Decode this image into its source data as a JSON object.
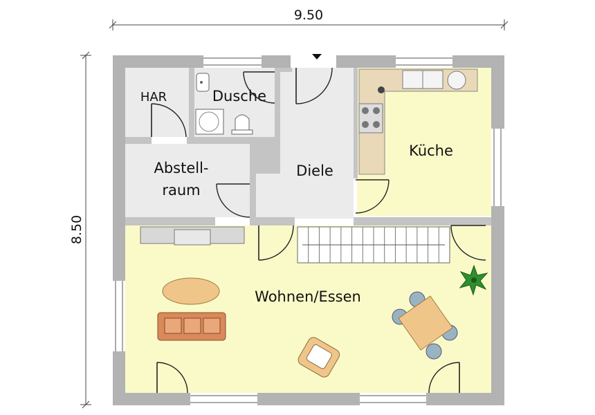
{
  "plan": {
    "dimension_width": "9.50",
    "dimension_height": "8.50",
    "rooms": {
      "har": "HAR",
      "dusche": "Dusche",
      "kueche": "Küche",
      "abstell_line1": "Abstell-",
      "abstell_line2": "raum",
      "diele": "Diele",
      "wohnen": "Wohnen/Essen"
    },
    "colors": {
      "living_fill": "#fafac8",
      "service_fill": "#ebebeb",
      "wall": "#b3b3b3",
      "sofa": "#d98a5a",
      "table": "#f0c58a",
      "plant": "#2f8f2f",
      "chair": "#9ab3c2"
    }
  }
}
